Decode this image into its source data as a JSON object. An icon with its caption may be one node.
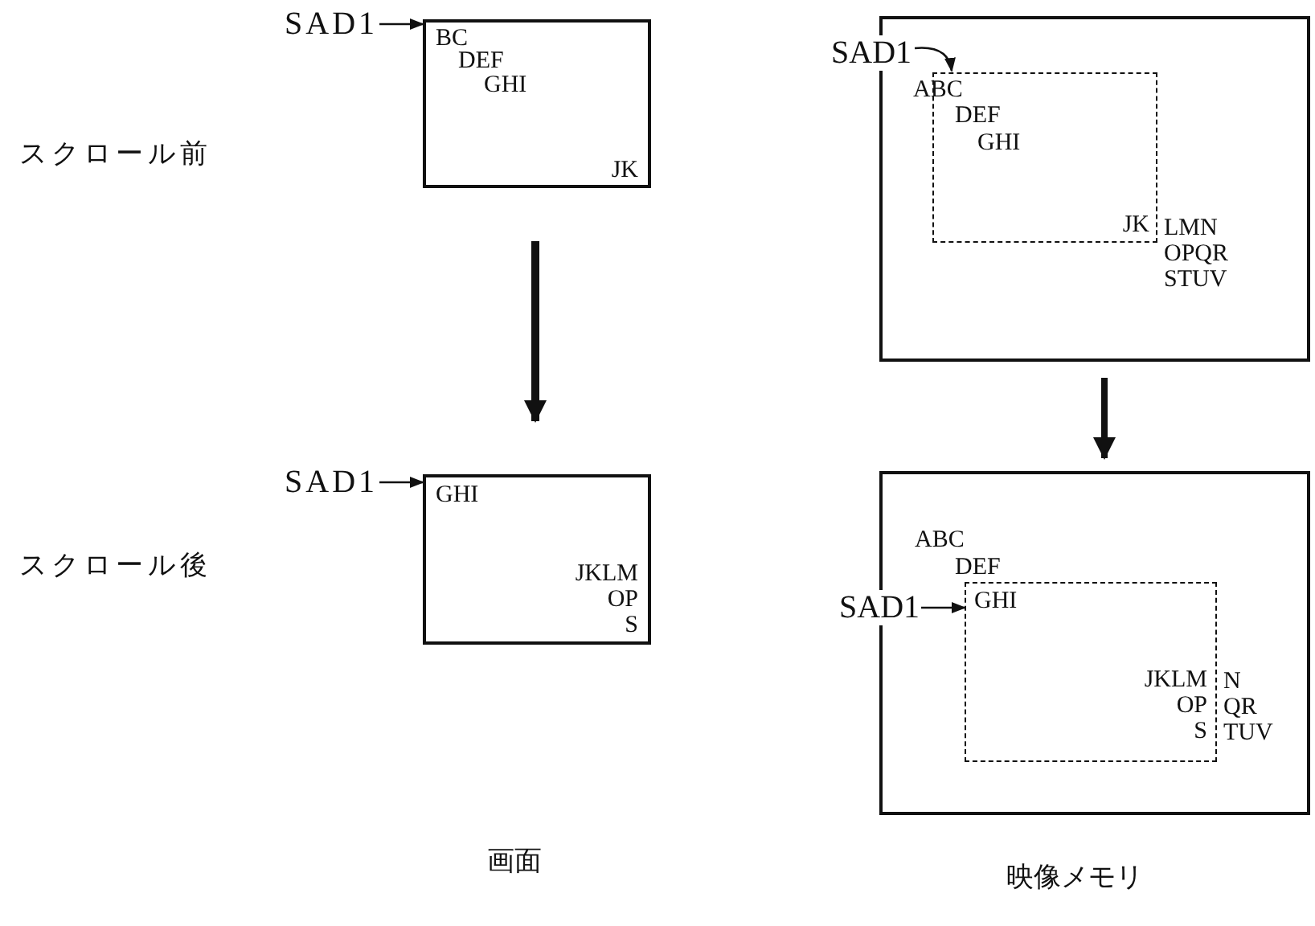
{
  "diagram": {
    "nodes": [
      {
        "text": [
          "SAD1"
        ]
      },
      {
        "text": [
          "BC",
          "DEF",
          "GHI",
          "JK"
        ]
      },
      {
        "text": [
          "SAD1"
        ]
      },
      {
        "text": [
          "LMN OPQR STUV"
        ]
      },
      {
        "text": [
          "ABC",
          "DEF",
          "GHI",
          "JK"
        ],
        "in": 3
      },
      {
        "text": [
          "SAD1"
        ]
      },
      {
        "text": [
          "GHI",
          "JKLM OP S"
        ]
      },
      {
        "text": [
          "SAD1"
        ]
      },
      {
        "text": [
          "ABC",
          "DEF",
          "N QR TUV"
        ]
      },
      {
        "text": [
          "GHI",
          "JKLM OP S"
        ],
        "in": 8
      }
    ],
    "edges": [
      {
        "from": 0,
        "to": 1,
        "arrow": "to"
      },
      {
        "from": 2,
        "to": 4,
        "arrow": "to"
      },
      {
        "from": 1,
        "to": 6,
        "arrow": "to",
        "style": "thick"
      },
      {
        "from": 3,
        "to": 8,
        "arrow": "to",
        "style": "thick"
      },
      {
        "from": 5,
        "to": 6,
        "arrow": "to"
      },
      {
        "from": 7,
        "to": 9,
        "arrow": "to"
      }
    ],
    "labels": [
      "スクロール前",
      "スクロール後",
      "画面",
      "映像メモリ"
    ]
  }
}
